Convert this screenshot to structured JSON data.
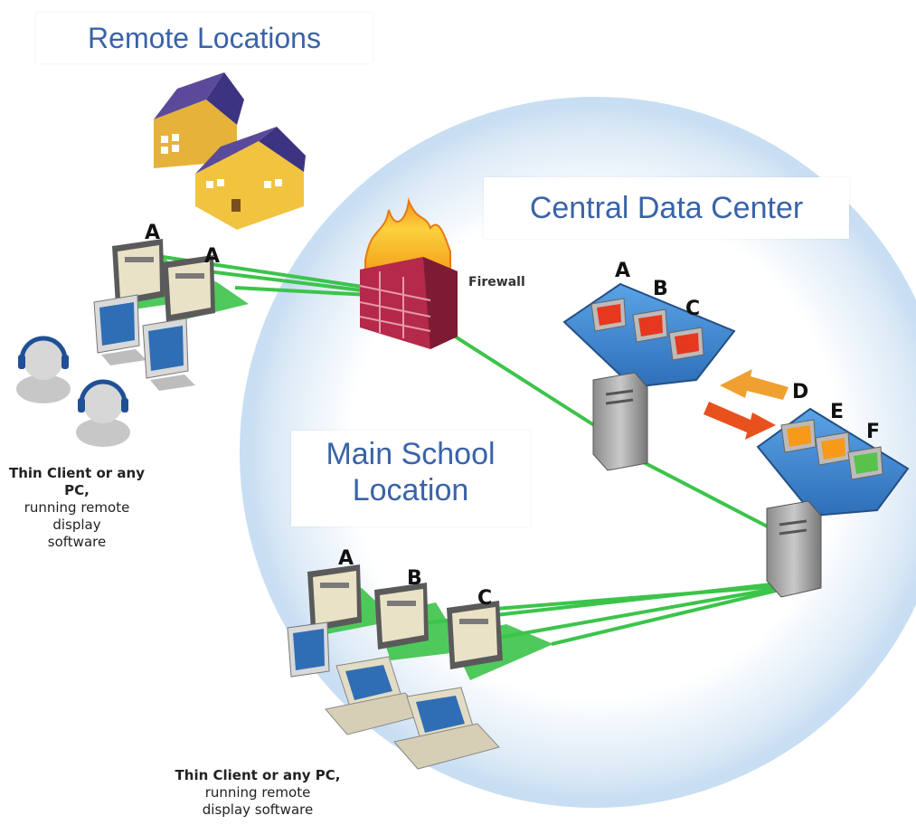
{
  "titles": {
    "remote": "Remote Locations",
    "central": "Central Data Center",
    "main_line1": "Main School",
    "main_line2": "Location"
  },
  "labels": {
    "firewall": "Firewall"
  },
  "captions": {
    "remote": [
      "Thin Client or any PC,",
      "running remote display",
      "software"
    ],
    "main": [
      "Thin Client or any PC,",
      "running remote",
      "display software"
    ]
  },
  "letters": {
    "remote": [
      "A",
      "A"
    ],
    "server1": [
      "A",
      "B",
      "C"
    ],
    "server2": [
      "D",
      "E",
      "F"
    ],
    "main": [
      "A",
      "B",
      "C"
    ]
  },
  "colors": {
    "title_text": "#3a63a8",
    "link_green": "#3cc44a",
    "globe": "#c9dff2",
    "arrow_orange": "#f0a030",
    "arrow_red": "#e8501e"
  }
}
